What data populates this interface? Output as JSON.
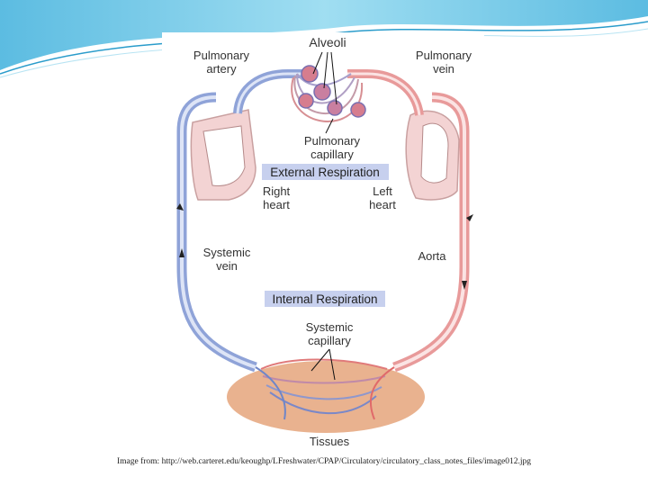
{
  "colors": {
    "deoxygenated": "#6f86c8",
    "oxygenated": "#e06a6a",
    "tissue": "#e9b28f",
    "heart_fill": "#f3d3d3",
    "label_highlight": "#c7d0ee",
    "swoosh": "#5fc3e3"
  },
  "diagram": {
    "labels": {
      "alveoli": "Alveoli",
      "pulmonary_artery_1": "Pulmonary",
      "pulmonary_artery_2": "artery",
      "pulmonary_vein_1": "Pulmonary",
      "pulmonary_vein_2": "vein",
      "pulmonary_capillary_1": "Pulmonary",
      "pulmonary_capillary_2": "capillary",
      "external_respiration": "External Respiration",
      "right_heart_1": "Right",
      "right_heart_2": "heart",
      "left_heart_1": "Left",
      "left_heart_2": "heart",
      "systemic_vein_1": "Systemic",
      "systemic_vein_2": "vein",
      "aorta": "Aorta",
      "internal_respiration": "Internal Respiration",
      "systemic_capillary_1": "Systemic",
      "systemic_capillary_2": "capillary",
      "tissues": "Tissues"
    }
  },
  "caption": "Image from: http://web.carteret.edu/keoughp/LFreshwater/CPAP/Circulatory/circulatory_class_notes_files/image012.jpg"
}
